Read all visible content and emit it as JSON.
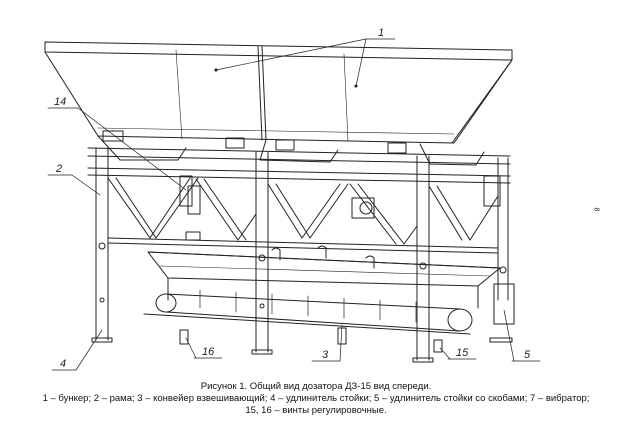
{
  "figure": {
    "callouts": [
      "1",
      "1",
      "14",
      "2",
      "3",
      "4",
      "5",
      "15",
      "16"
    ],
    "caption_line1": "Рисунок 1. Общий вид дозатора ДЗ-15 вид спереди.",
    "caption_line2": "1 – бункер; 2 – рама; 3 – конвейер взвешивающий; 4 – удлинитель стойки; 5 – удлинитель стойки со скобами; 7 – вибратор;",
    "caption_line3": "15, 16 – винты регулировочные.",
    "side_mark": "8"
  }
}
